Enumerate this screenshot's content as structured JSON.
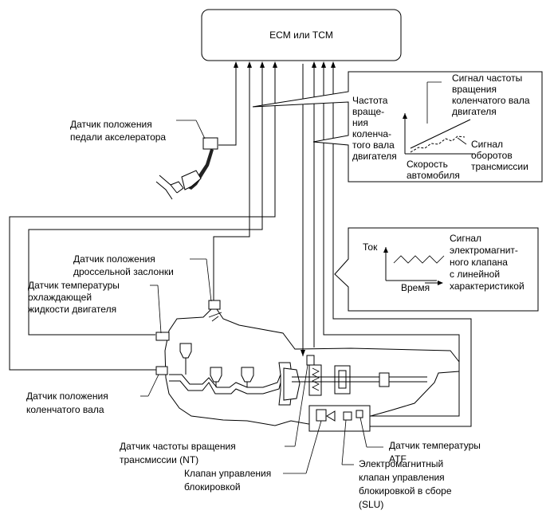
{
  "ecm_box": {
    "label": "ECM или TCM"
  },
  "graph_speed": {
    "y_label_lines": [
      "Частота",
      "враще-",
      "ния",
      "коленча-",
      "того вала",
      "двигателя"
    ],
    "top_label_lines": [
      "Сигнал частоты",
      "вращения",
      "коленчатого вала",
      "двигателя"
    ],
    "right_label_lines": [
      "Сигнал",
      "оборотов",
      "трансмиссии"
    ],
    "x_label_lines": [
      "Скорость",
      "автомобиля"
    ]
  },
  "graph_current": {
    "y_label": "Ток",
    "x_label": "Время",
    "right_label_lines": [
      "Сигнал",
      "электромагнит-",
      "ного клапана",
      "с линейной",
      "характеристикой"
    ]
  },
  "labels": {
    "accel_pedal_sensor": [
      "Датчик положения",
      "педали акселератора"
    ],
    "throttle_sensor": [
      "Датчик положения",
      "дроссельной заслонки"
    ],
    "coolant_temp_sensor": [
      "Датчик температуры",
      "охлаждающей",
      "жидкости двигателя"
    ],
    "crankshaft_sensor": [
      "Датчик положения",
      "коленчатого вала"
    ],
    "nt_sensor": [
      "Датчик частоты вращения",
      "трансмиссии (NT)"
    ],
    "lockup_valve": [
      "Клапан управления",
      "блокировкой"
    ],
    "atf_temp_sensor": [
      "Датчик температуры",
      "ATF"
    ],
    "slu_solenoid": [
      "Электромагнитный",
      "клапан управления",
      "блокировкой в сборе",
      "(SLU)"
    ]
  }
}
